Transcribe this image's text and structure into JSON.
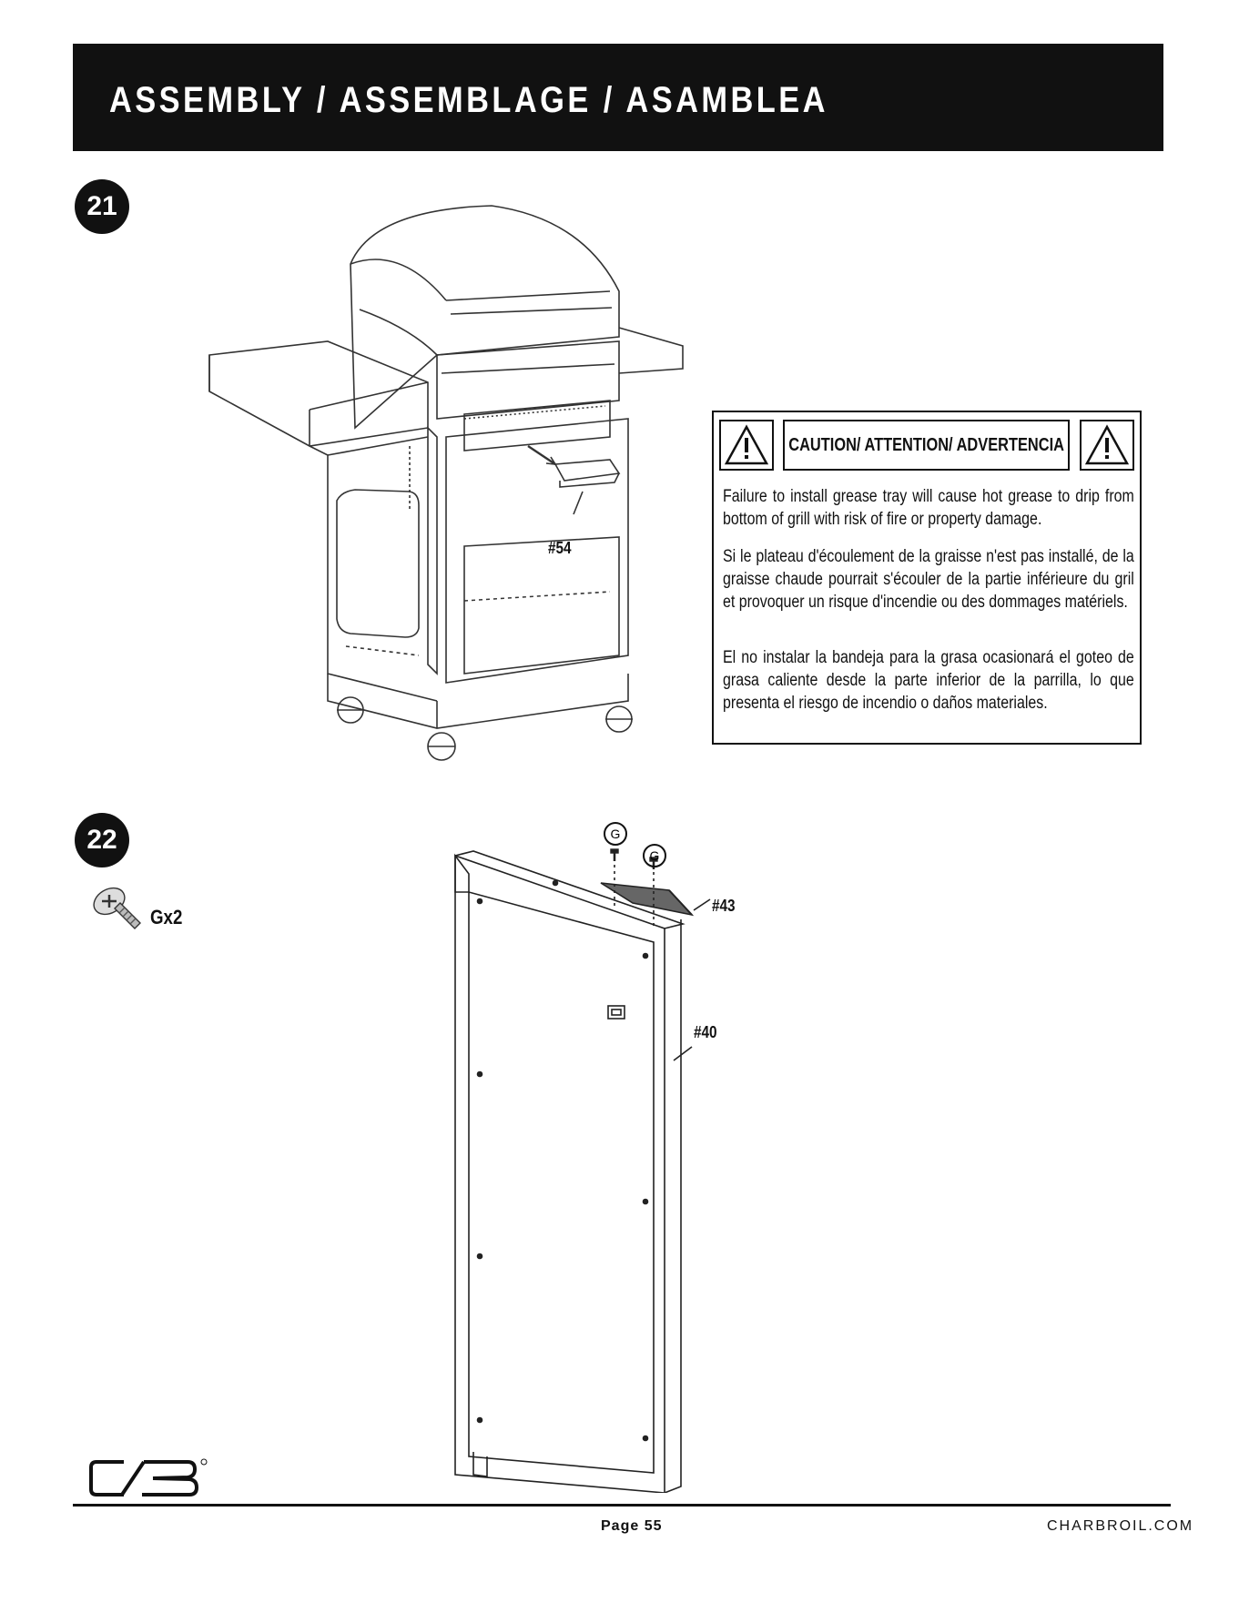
{
  "header": {
    "title": "ASSEMBLY / ASSEMBLAGE / ASAMBLEA"
  },
  "steps": [
    {
      "number": "21",
      "part_labels": [
        "#54"
      ]
    },
    {
      "number": "22",
      "hardware_qty": "Gx2",
      "hardware_marker": "G",
      "part_labels": [
        "#43",
        "#40"
      ]
    }
  ],
  "caution": {
    "title": "CAUTION/ ATTENTION/ ADVERTENCIA",
    "paragraphs": [
      "Failure to install grease tray will cause hot grease to drip from bottom of grill with risk of fire or property damage.",
      "Si le plateau d'écoulement de la graisse n'est pas installé, de la graisse chaude pourrait s'écouler de la partie inférieure du gril et provoquer un risque d'incendie ou des dommages matériels.",
      "El no instalar la bandeja para la grasa ocasionará el goteo de grasa caliente desde la parte inferior de la parrilla, lo que presenta el riesgo de incendio o daños materiales."
    ]
  },
  "footer": {
    "page": "Page 55",
    "website": "CHARBROIL.COM"
  },
  "icons": [
    "warning-triangle-icon",
    "screw-icon",
    "charbroil-logo"
  ]
}
